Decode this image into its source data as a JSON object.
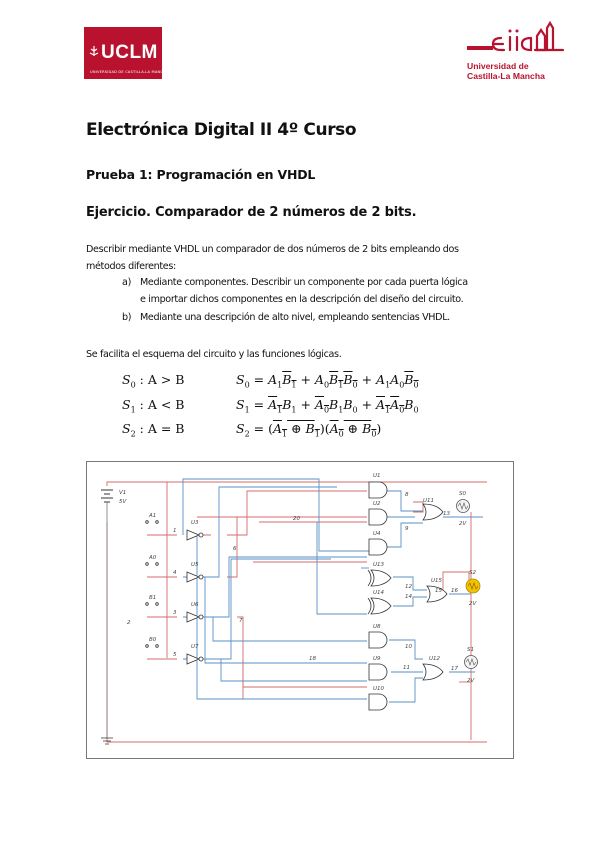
{
  "header": {
    "uclm_logo": {
      "text": "UCLM",
      "subtitle": "UNIVERSIDAD DE CASTILLA-LA MANCHA",
      "color": "#b8122f"
    },
    "eiia_logo": {
      "mark": "eiia",
      "line1": "Universidad de",
      "line2": "Castilla-La Mancha",
      "color": "#b8122f"
    }
  },
  "document": {
    "title": "Electrónica Digital II 4º Curso",
    "test": "Prueba 1: Programación en VHDL",
    "exercise": "Ejercicio. Comparador de 2 números de 2 bits.",
    "intro_line1": "Describir mediante VHDL un comparador de dos números de 2 bits empleando dos",
    "intro_line2": "métodos diferentes:",
    "items": [
      {
        "marker": "a)",
        "line1": "Mediante componentes. Describir un componente por cada puerta lógica",
        "line2": "e importar dichos componentes en la descripción del diseño del circuito."
      },
      {
        "marker": "b)",
        "line1": "Mediante una descripción de alto nivel, empleando sentencias VHDL.",
        "line2": ""
      }
    ],
    "schema_note": "Se facilita el esquema del circuito y las funciones lógicas."
  },
  "equations": [
    {
      "out": "S",
      "idx": "0",
      "cond": ": A > B"
    },
    {
      "out": "S",
      "idx": "1",
      "cond": ": A < B"
    },
    {
      "out": "S",
      "idx": "2",
      "cond": ": A = B"
    }
  ],
  "circuit": {
    "source": {
      "name": "V1",
      "value": "5V"
    },
    "switches": [
      "A1",
      "A0",
      "B1",
      "B0"
    ],
    "inverters": [
      "U3",
      "U5",
      "U6",
      "U7"
    ],
    "gates": [
      "U1",
      "U2",
      "U4",
      "U13",
      "U14",
      "U8",
      "U9",
      "U10"
    ],
    "or_gates": [
      "U11",
      "U15",
      "U12"
    ],
    "lamps": [
      {
        "name": "S0",
        "value": "2V",
        "on": false
      },
      {
        "name": "S2",
        "value": "2V",
        "on": true
      },
      {
        "name": "S1",
        "value": "2V",
        "on": false
      }
    ],
    "nodes": [
      "1",
      "2",
      "3",
      "4",
      "5",
      "6",
      "7",
      "8",
      "9",
      "10",
      "11",
      "12",
      "13",
      "14",
      "15",
      "16",
      "17",
      "18",
      "20"
    ],
    "colors": {
      "wire_red": "#d56b6b",
      "wire_blue": "#5a8fc4",
      "lamp_on": "#f2c200",
      "frame": "#777777"
    }
  }
}
